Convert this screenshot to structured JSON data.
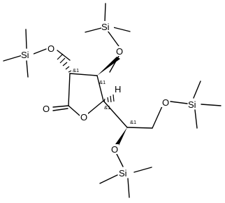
{
  "molecule": {
    "labels": {
      "si_top": "Si",
      "o_top": "O",
      "si_left": "Si",
      "o_left": "O",
      "stereo_c2": "&1",
      "stereo_c3": "&1",
      "h_c4": "H",
      "stereo_c4": "&1",
      "o_ring_carbonyl": "O",
      "o_ring": "O",
      "stereo_c5": "&1",
      "o_right": "O",
      "si_right": "Si",
      "o_bottom": "O",
      "si_bottom": "Si"
    },
    "colors": {
      "ink": "#000000",
      "background": "#ffffff"
    }
  }
}
